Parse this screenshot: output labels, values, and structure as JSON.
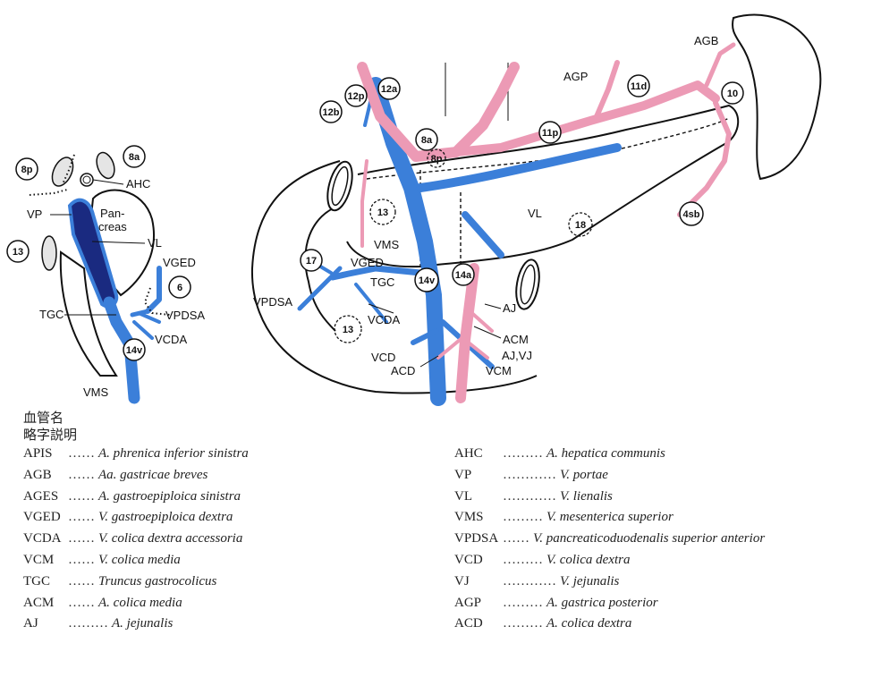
{
  "colors": {
    "vein": "#3b7fd9",
    "artery": "#ec9ab5",
    "portal_vein_dark": "#1a2a80",
    "outline": "#111111"
  },
  "small_figure": {
    "labels": {
      "ahc": "AHC",
      "vp": "VP",
      "pancreas_top": "Pan-",
      "pancreas_bottom": "creas",
      "vl": "VL",
      "vged": "VGED",
      "vpdsa": "VPDSA",
      "tgc": "TGC",
      "vcda": "VCDA",
      "vms": "VMS"
    },
    "nodes": [
      "8p",
      "8a",
      "13",
      "6",
      "14v"
    ]
  },
  "main_figure": {
    "labels": {
      "agb": "AGB",
      "agp": "AGP",
      "vl": "VL",
      "vms": "VMS",
      "vged": "VGED",
      "tgc": "TGC",
      "vpdsa": "VPDSA",
      "vcda": "VCDA",
      "aj": "AJ",
      "acm": "ACM",
      "aj_vj": "AJ,VJ",
      "vcm": "VCM",
      "vcd": "VCD",
      "acd": "ACD"
    },
    "nodes": [
      "12b",
      "12p",
      "12a",
      "8a",
      "8p",
      "11p",
      "11d",
      "10",
      "4sb",
      "13",
      "18",
      "17",
      "14v",
      "14a",
      "13"
    ]
  },
  "legend": {
    "heading1": "血管名",
    "heading2": "略字説明",
    "left": [
      {
        "abbr": "APIS",
        "dots": "……",
        "name": "A. phrenica inferior sinistra"
      },
      {
        "abbr": "AGB",
        "dots": "……",
        "name": "Aa. gastricae breves"
      },
      {
        "abbr": "AGES",
        "dots": "……",
        "name": "A. gastroepiploica sinistra"
      },
      {
        "abbr": "VGED",
        "dots": "……",
        "name": "V. gastroepiploica dextra"
      },
      {
        "abbr": "VCDA",
        "dots": "……",
        "name": "V. colica dextra accessoria"
      },
      {
        "abbr": "VCM",
        "dots": "……",
        "name": "V. colica media"
      },
      {
        "abbr": "TGC",
        "dots": "……",
        "name": "Truncus gastrocolicus"
      },
      {
        "abbr": "ACM",
        "dots": "……",
        "name": "A. colica media"
      },
      {
        "abbr": "AJ",
        "dots": "………",
        "name": "A. jejunalis"
      }
    ],
    "right": [
      {
        "abbr": "AHC",
        "dots": "………",
        "name": "A. hepatica communis"
      },
      {
        "abbr": "VP",
        "dots": "…………",
        "name": "V. portae"
      },
      {
        "abbr": "VL",
        "dots": "…………",
        "name": "V. lienalis"
      },
      {
        "abbr": "VMS",
        "dots": "………",
        "name": "V. mesenterica superior"
      },
      {
        "abbr": "VPDSA",
        "dots": "……",
        "name": "V. pancreaticoduodenalis superior anterior"
      },
      {
        "abbr": "VCD",
        "dots": "………",
        "name": "V. colica dextra"
      },
      {
        "abbr": "VJ",
        "dots": "…………",
        "name": "V. jejunalis"
      },
      {
        "abbr": "AGP",
        "dots": "………",
        "name": "A. gastrica posterior"
      },
      {
        "abbr": "ACD",
        "dots": "………",
        "name": "A. colica dextra"
      }
    ]
  }
}
